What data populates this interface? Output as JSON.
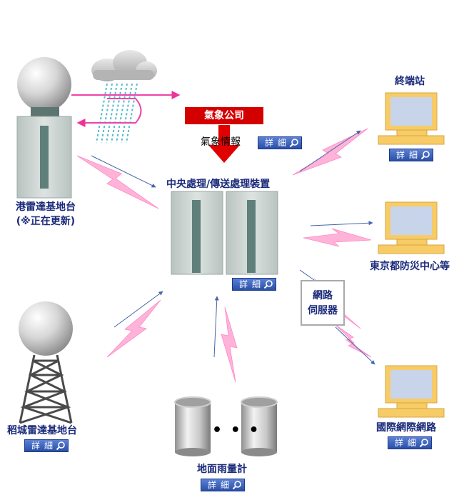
{
  "weather_company": {
    "label": "氣象公司"
  },
  "weather_info": {
    "label": "氣象情報"
  },
  "central_unit": {
    "label": "中央處理/傳送處理裝置"
  },
  "radar_top": {
    "name": "港雷達基地台",
    "note": "(※正在更新)"
  },
  "radar_bottom": {
    "name": "稻城雷達基地台"
  },
  "rain_gauge": {
    "label": "地面雨量計",
    "ellipsis": "• • •"
  },
  "server": {
    "label_line1": "網路",
    "label_line2": "伺服器"
  },
  "terminals": [
    {
      "label": "終端站"
    },
    {
      "label": "東京都防災中心等"
    },
    {
      "label": "國際網際網路"
    }
  ],
  "detail_button": {
    "label": "詳細"
  },
  "colors": {
    "label_text": "#1a2a7a",
    "company_red": "#d40000",
    "button_blue": "#2a4fa6",
    "lightning_pink": "#ff99cc",
    "arrow_blue": "#4466aa",
    "monitor_yellow": "#f7cc66"
  }
}
